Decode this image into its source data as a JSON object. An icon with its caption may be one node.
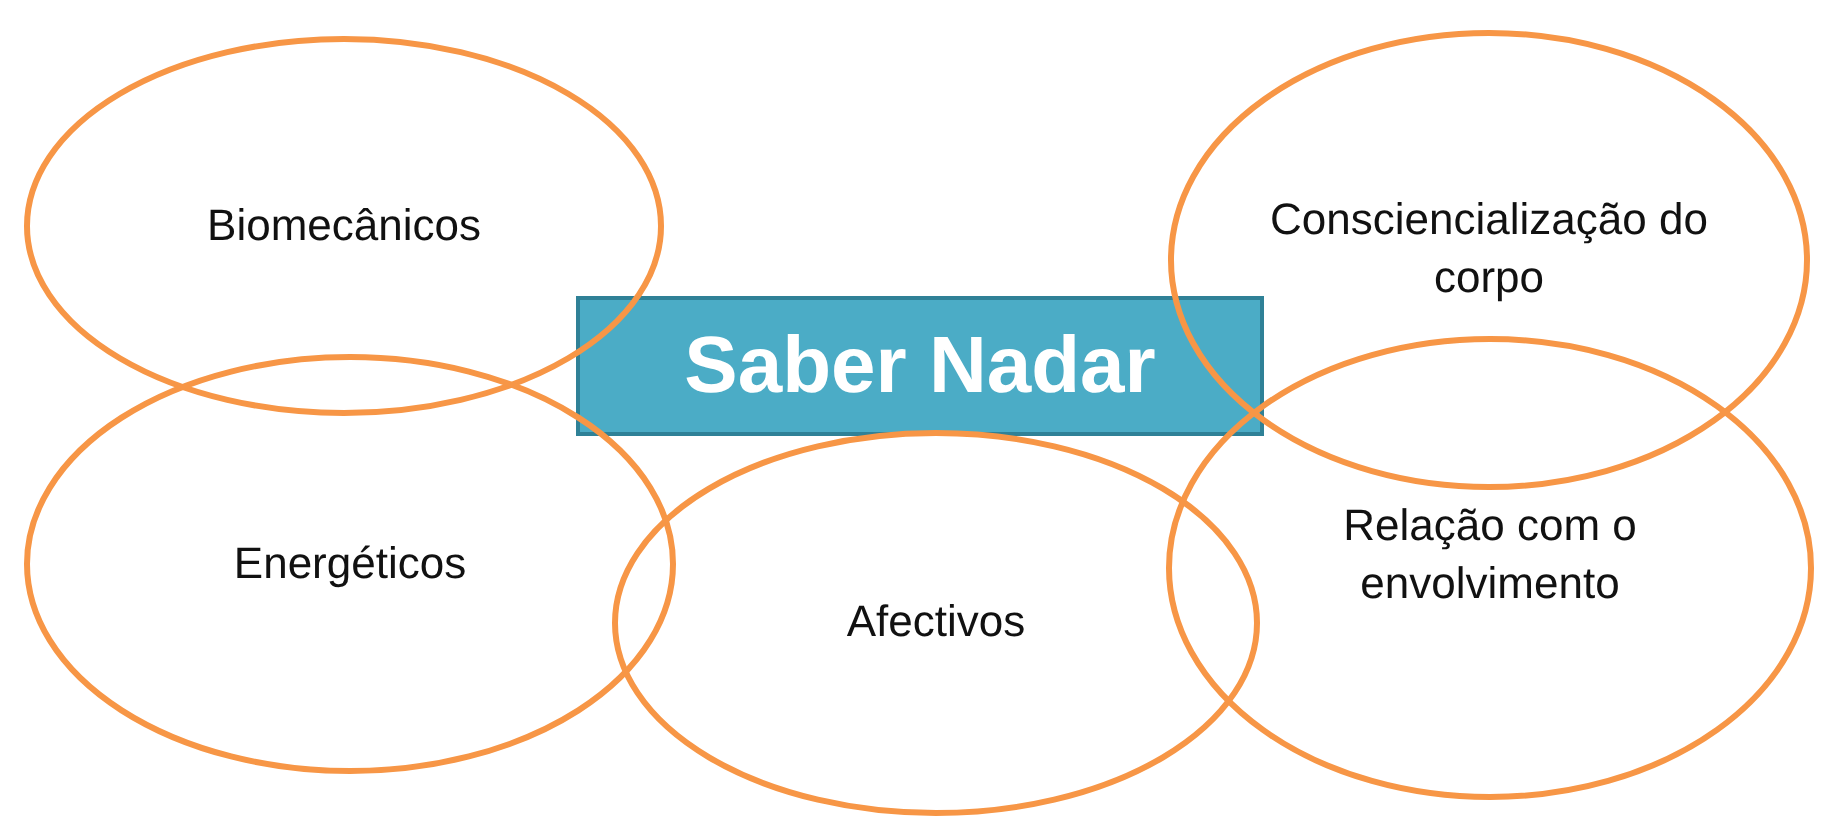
{
  "diagram": {
    "nodes": [
      {
        "text": [
          "Biomecânicos"
        ]
      },
      {
        "text": [
          "Saber Nadar"
        ]
      },
      {
        "text": [
          "Consciencialização do corpo"
        ]
      },
      {
        "text": [
          "Energéticos"
        ]
      },
      {
        "text": [
          "Afectivos"
        ]
      },
      {
        "text": [
          "Relação com o envolvimento"
        ]
      }
    ]
  }
}
